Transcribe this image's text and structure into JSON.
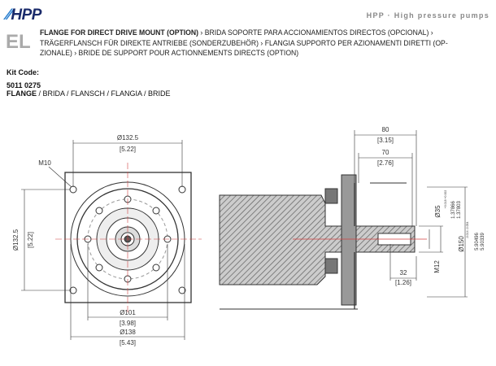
{
  "header": {
    "logo": "HPP",
    "tagline": "HPP · High pressure pumps",
    "code": "EL"
  },
  "title": {
    "bold": "FLANGE FOR DIRECT DRIVE MOUNT (OPTION)",
    "line1_rest": " › BRIDA SOPORTE PARA ACCIONAMIENTOS DIRECTOS (OPCIONAL) ›",
    "line2": "TRÄGERFLANSCH FÜR DIREKTE ANTRIEBE (SONDERZUBEHÖR) › FLANGIA SUPPORTO PER AZIONAMENTI DIRETTI (OP-",
    "line3": "ZIONALE) › BRIDE DE SUPPORT POUR ACTIONNEMENTS DIRECTS (OPTION)"
  },
  "kit": {
    "label": "Kit Code:",
    "code": "5011 0275",
    "name_bold": "FLANGE",
    "name_rest": " / BRIDA / FLANSCH / FLANGIA / BRIDE"
  },
  "front_view": {
    "thread": "M10",
    "d_top": "Ø132.5",
    "d_top_in": "[5.22]",
    "d_left": "Ø132.5",
    "d_left_in": "[5.22]",
    "d_101": "Ø101",
    "d_101_in": "[3.98]",
    "d_138": "Ø138",
    "d_138_in": "[5.43]"
  },
  "side_view": {
    "l80": "80",
    "l80_in": "[3.15]",
    "l70": "70",
    "l70_in": "[2.76]",
    "d35": "Ø35",
    "d35_tol": "+0.018 +0.002",
    "d35_in1": "1.37866",
    "d35_in2": "1.37803",
    "d150": "Ø150",
    "d150_tol": "-0.014 -0.054",
    "d150_in1": "5.90496",
    "d150_in2": "5.90339",
    "m12": "M12",
    "l32": "32",
    "l32_in": "[1.26]"
  },
  "colors": {
    "logo": "#1a2a6a",
    "accent": "#2a7fd0",
    "centerline": "#d04040"
  }
}
